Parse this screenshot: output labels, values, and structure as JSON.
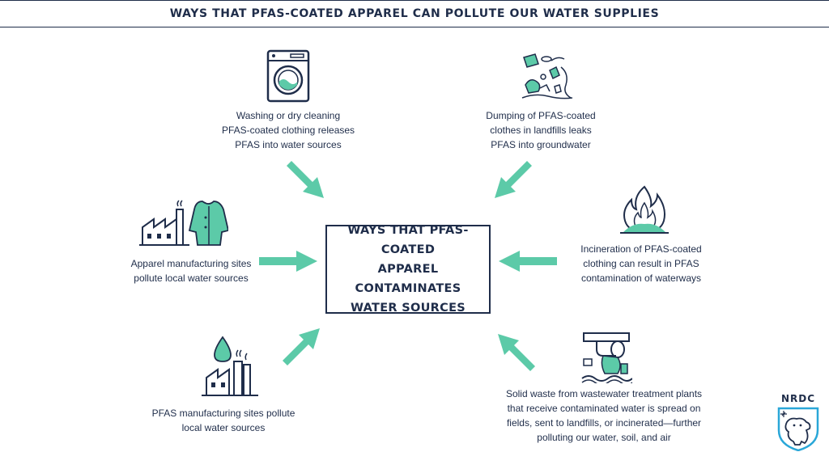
{
  "header": {
    "title": "WAYS THAT PFAS-COATED APPAREL CAN POLLUTE OUR WATER SUPPLIES"
  },
  "center": {
    "text": "WAYS THAT PFAS-COATED\nAPPAREL CONTAMINATES\nWATER SOURCES"
  },
  "pathways": [
    {
      "icon": "washing-machine-icon",
      "caption": "Washing or dry cleaning\nPFAS-coated clothing releases\nPFAS into water sources"
    },
    {
      "icon": "landfill-icon",
      "caption": "Dumping of PFAS-coated\nclothes in landfills leaks\nPFAS into groundwater"
    },
    {
      "icon": "factory-raincoat-icon",
      "caption": "Apparel manufacturing sites\npollute local water sources"
    },
    {
      "icon": "fire-icon",
      "caption": "Incineration of PFAS-coated\nclothing can result in PFAS\ncontamination of waterways"
    },
    {
      "icon": "factory-droplet-icon",
      "caption": "PFAS manufacturing sites pollute\nlocal water sources"
    },
    {
      "icon": "sewage-pipe-icon",
      "caption": "Solid waste from wastewater treatment plants\nthat receive contaminated water is spread on\nfields, sent to landfills, or incinerated—further\npolluting our water, soil, and air"
    }
  ],
  "logo": {
    "text": "NRDC"
  },
  "colors": {
    "navy": "#1f2d4a",
    "teal": "#5ccaa8",
    "border": "#1f2d4a"
  }
}
